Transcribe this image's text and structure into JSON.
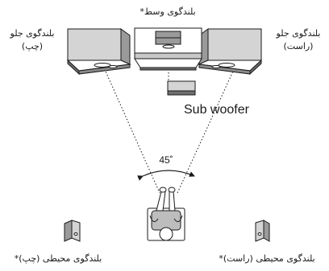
{
  "labels": {
    "center_speaker": "بلندگوی وسط*",
    "front_left_line1": "بلندگوی جلو",
    "front_left_line2": "(چپ)",
    "front_right_line1": "بلندگوی جلو",
    "front_right_line2": "(راست)",
    "subwoofer": "Sub woofer",
    "angle": "45˚",
    "surround_left": "بلندگوی محیطی (چپ)*",
    "surround_right": "بلندگوی محیطی (راست)*"
  },
  "colors": {
    "line": "#1a1a1a",
    "speaker_top": "#ffffff",
    "speaker_side": "#9a9a9a",
    "speaker_front": "#d4d4d4",
    "speaker_dark": "#6f6f6f"
  }
}
